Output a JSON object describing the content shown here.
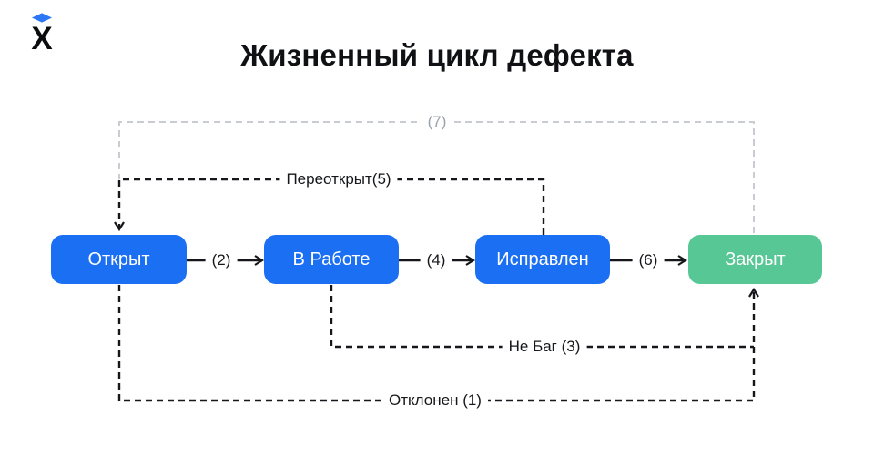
{
  "title": "Жизненный цикл дефекта",
  "logo": {
    "letter": "X",
    "diamond_color": "#2B77F6",
    "letter_color": "#0B0C0E"
  },
  "colors": {
    "node_blue": "#1B6FF3",
    "node_green": "#57C795",
    "line_black": "#16171A",
    "line_gray": "#C9CCD3",
    "label_gray": "#9BA1AC",
    "background": "#FFFFFF"
  },
  "nodes": [
    {
      "id": "open",
      "label": "Открыт",
      "color": "#1B6FF3"
    },
    {
      "id": "in_progress",
      "label": "В Работе",
      "color": "#1B6FF3"
    },
    {
      "id": "fixed",
      "label": "Исправлен",
      "color": "#1B6FF3"
    },
    {
      "id": "closed",
      "label": "Закрыт",
      "color": "#57C795"
    }
  ],
  "transitions": [
    {
      "id": "2",
      "label": "(2)",
      "from": "Открыт",
      "to": "В Работе",
      "style": "solid-black"
    },
    {
      "id": "4",
      "label": "(4)",
      "from": "В Работе",
      "to": "Исправлен",
      "style": "solid-black"
    },
    {
      "id": "6",
      "label": "(6)",
      "from": "Исправлен",
      "to": "Закрыт",
      "style": "solid-black"
    },
    {
      "id": "5",
      "label": "Переоткрыт(5)",
      "from": "Исправлен",
      "to": "Открыт",
      "style": "dashed-black"
    },
    {
      "id": "3",
      "label": "Не Баг (3)",
      "from": "В Работе",
      "to": "Закрыт",
      "style": "dashed-black"
    },
    {
      "id": "1",
      "label": "Отклонен (1)",
      "from": "Открыт",
      "to": "Закрыт",
      "style": "dashed-black"
    },
    {
      "id": "7",
      "label": "(7)",
      "from": "Закрыт",
      "to": "Открыт",
      "style": "dashed-gray"
    }
  ]
}
